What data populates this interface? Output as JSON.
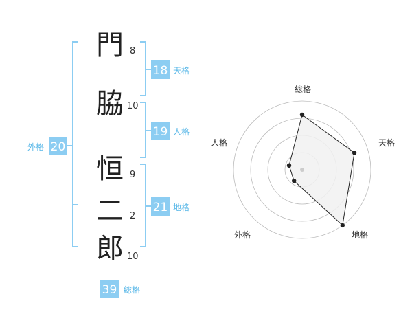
{
  "colors": {
    "accent": "#8ccdf2",
    "accent_text": "#5ab8e8",
    "ring": "#bbbbbb",
    "fill": "#f1f1f1",
    "line": "#222222",
    "point": "#222222",
    "center": "#cccccc"
  },
  "name": {
    "characters": [
      {
        "char": "門",
        "strokes": "8"
      },
      {
        "char": "脇",
        "strokes": "10"
      },
      {
        "char": "恒",
        "strokes": "9"
      },
      {
        "char": "二",
        "strokes": "2"
      },
      {
        "char": "郎",
        "strokes": "10"
      }
    ]
  },
  "fortunes": {
    "tenkaku": {
      "label": "天格",
      "value": "18"
    },
    "jinkaku": {
      "label": "人格",
      "value": "19"
    },
    "chikaku": {
      "label": "地格",
      "value": "21"
    },
    "gaikaku": {
      "label": "外格",
      "value": "20"
    },
    "soukaku": {
      "label": "総格",
      "value": "39"
    }
  },
  "chart_data": {
    "type": "radar",
    "axes": [
      "総格",
      "天格",
      "地格",
      "外格",
      "人格"
    ],
    "values": [
      4,
      4,
      5,
      1,
      1
    ],
    "max": 5,
    "rings": 4,
    "labels": {
      "soukaku": "総格",
      "tenkaku": "天格",
      "chikaku": "地格",
      "gaikaku": "外格",
      "jinkaku": "人格"
    }
  }
}
